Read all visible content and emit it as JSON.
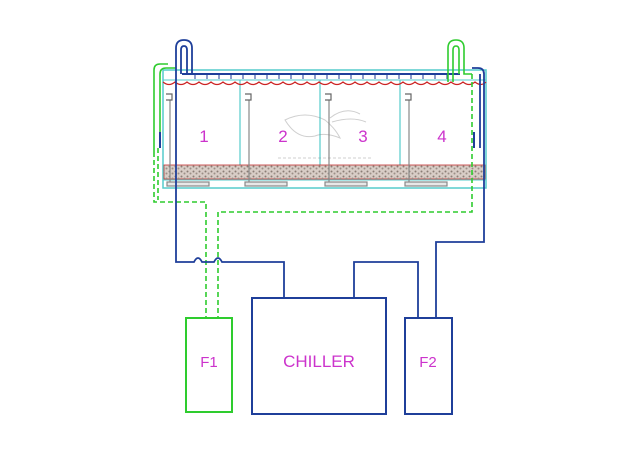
{
  "compartments": [
    "1",
    "2",
    "3",
    "4"
  ],
  "units": {
    "f1": "F1",
    "chiller": "CHILLER",
    "f2": "F2"
  },
  "colors": {
    "blue_pipe": "#1f3f9a",
    "green_pipe": "#2ecc2e",
    "tank_outline": "#55cccc",
    "water_wave": "#cc2222",
    "label_magenta": "#cc33cc",
    "gravel": "#a99a90",
    "background": "#ffffff"
  },
  "icons": {
    "watermark": "shrimp-logo"
  }
}
